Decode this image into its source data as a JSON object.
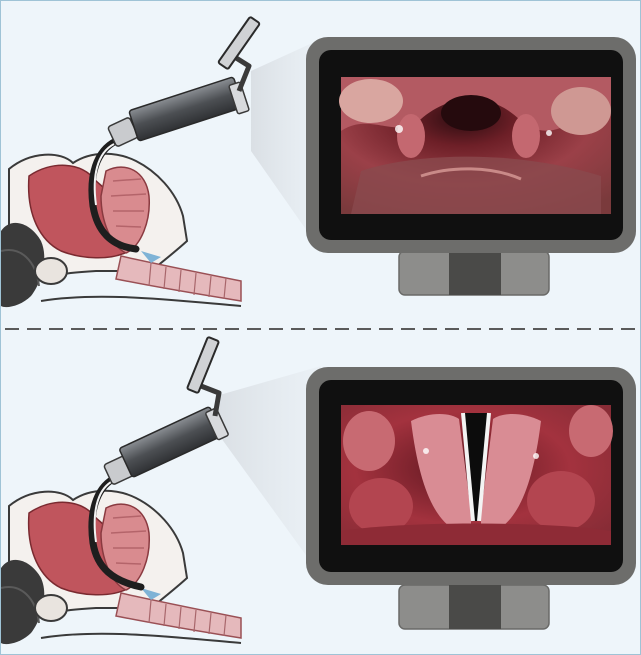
{
  "figure": {
    "panels": [
      {
        "id": "top",
        "monitor_view": "laryngoscope-monitor-view-epiglottis"
      },
      {
        "id": "bottom",
        "monitor_view": "laryngoscope-monitor-view-vocal-cords"
      }
    ],
    "divider_style": "dashed",
    "colors": {
      "background": "#eef5fa",
      "frame_border": "#9fc3d6",
      "monitor_bezel": "#6d6d6b",
      "monitor_screen": "#101010",
      "tissue_red": "#c0555d",
      "tissue_pink": "#d98b8f",
      "face_skin": "#f4f1ee",
      "hair": "#3a3a3a",
      "handle_gray": "#5c5f63",
      "stand_gray": "#8d8d8b"
    }
  }
}
